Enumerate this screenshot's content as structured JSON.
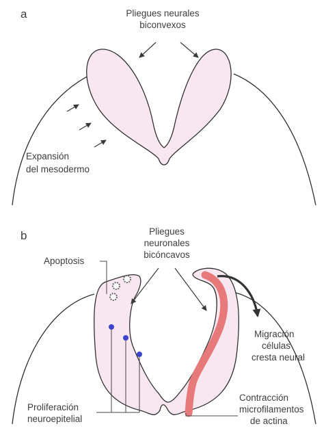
{
  "panel_a": {
    "letter": "a",
    "fold_title": [
      "Pliegues neurales",
      "biconvexos"
    ],
    "mesoderm_label": [
      "Expansión",
      "del mesodermo"
    ]
  },
  "panel_b": {
    "letter": "b",
    "fold_title": [
      "Pliegues",
      "neuronales",
      "bicóncavos"
    ],
    "apoptosis": "Apoptosis",
    "migration": [
      "Migración",
      "células",
      "cresta neural"
    ],
    "proliferation": [
      "Proliferación",
      "neuroepitelial"
    ],
    "contraction": [
      "Contracción",
      "microfilamentos",
      "de actina"
    ]
  },
  "colors": {
    "fold_fill": "#f8e6f0",
    "actin_band": "#e8797a",
    "proliferation_dot": "#3d45c8",
    "outline": "#2f2f2f"
  }
}
